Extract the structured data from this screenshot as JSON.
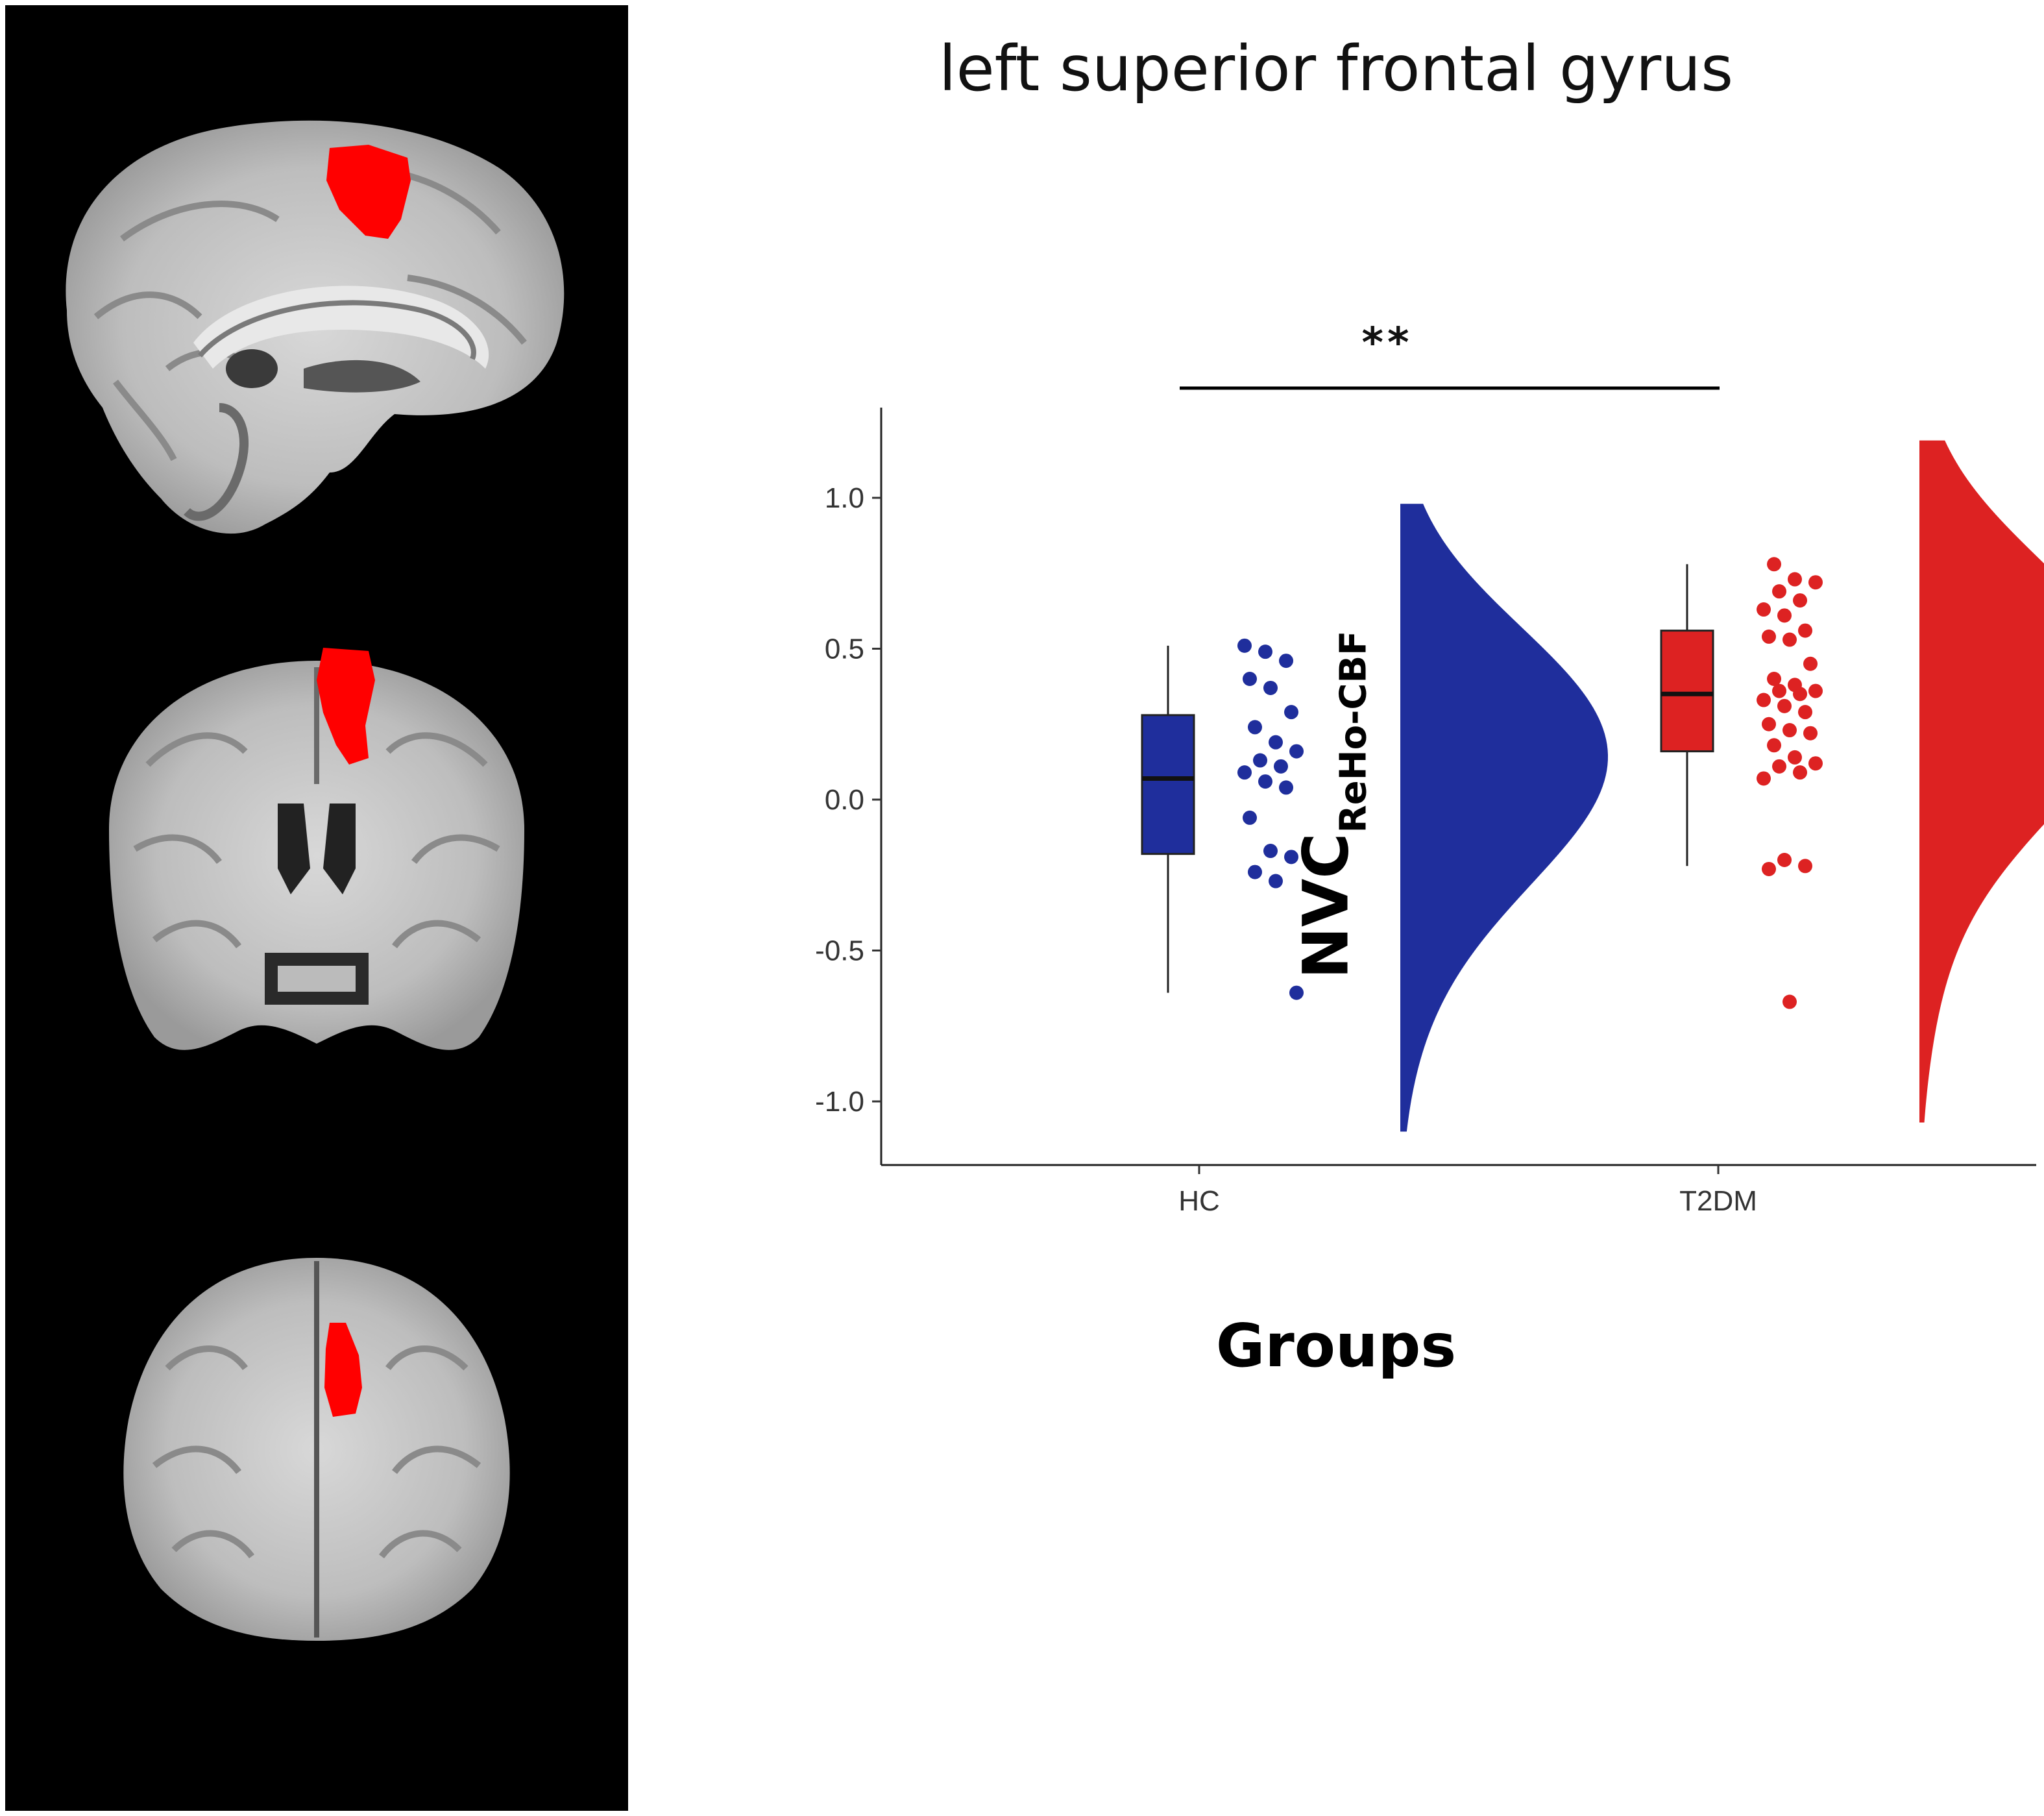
{
  "brain": {
    "highlight_color": "#FF0000",
    "views": [
      "sagittal",
      "coronal",
      "axial"
    ]
  },
  "chart_data": {
    "type": "raincloud",
    "title": "left superior frontal gyrus",
    "xlabel": "Groups",
    "ylabel_main": "NVC",
    "ylabel_sub": "ReHo-CBF",
    "ylim": [
      -1.22,
      1.3
    ],
    "yticks": [
      1.0,
      0.5,
      0.0,
      -0.5,
      -1.0
    ],
    "ytick_labels": [
      "1.0",
      "0.5",
      "0.0",
      "-0.5",
      "-1.0"
    ],
    "categories": [
      "HC",
      "T2DM"
    ],
    "significance": {
      "label": "**",
      "between": [
        "HC",
        "T2DM"
      ]
    },
    "series": [
      {
        "name": "HC",
        "color": "#1F2E9C",
        "box": {
          "whisker_low": -0.64,
          "q1": -0.18,
          "median": 0.07,
          "q3": 0.28,
          "whisker_high": 0.51
        },
        "points": [
          0.51,
          0.49,
          0.46,
          0.4,
          0.37,
          0.29,
          0.24,
          0.19,
          0.16,
          0.13,
          0.11,
          0.09,
          0.06,
          0.04,
          -0.06,
          -0.17,
          -0.19,
          -0.24,
          -0.27,
          -0.64
        ],
        "density_range": [
          -1.1,
          0.98
        ],
        "density_peak": 0.07
      },
      {
        "name": "T2DM",
        "color": "#DD2222",
        "box": {
          "whisker_low": -0.22,
          "q1": 0.16,
          "median": 0.35,
          "q3": 0.56,
          "whisker_high": 0.78
        },
        "points": [
          0.78,
          0.73,
          0.72,
          0.69,
          0.66,
          0.63,
          0.61,
          0.56,
          0.54,
          0.53,
          0.45,
          0.4,
          0.38,
          0.36,
          0.36,
          0.35,
          0.33,
          0.31,
          0.29,
          0.25,
          0.23,
          0.22,
          0.18,
          0.14,
          0.12,
          0.11,
          0.09,
          0.07,
          -0.2,
          -0.22,
          -0.23,
          -0.67
        ],
        "density_range": [
          -1.07,
          1.19
        ],
        "density_peak": 0.39
      }
    ]
  }
}
